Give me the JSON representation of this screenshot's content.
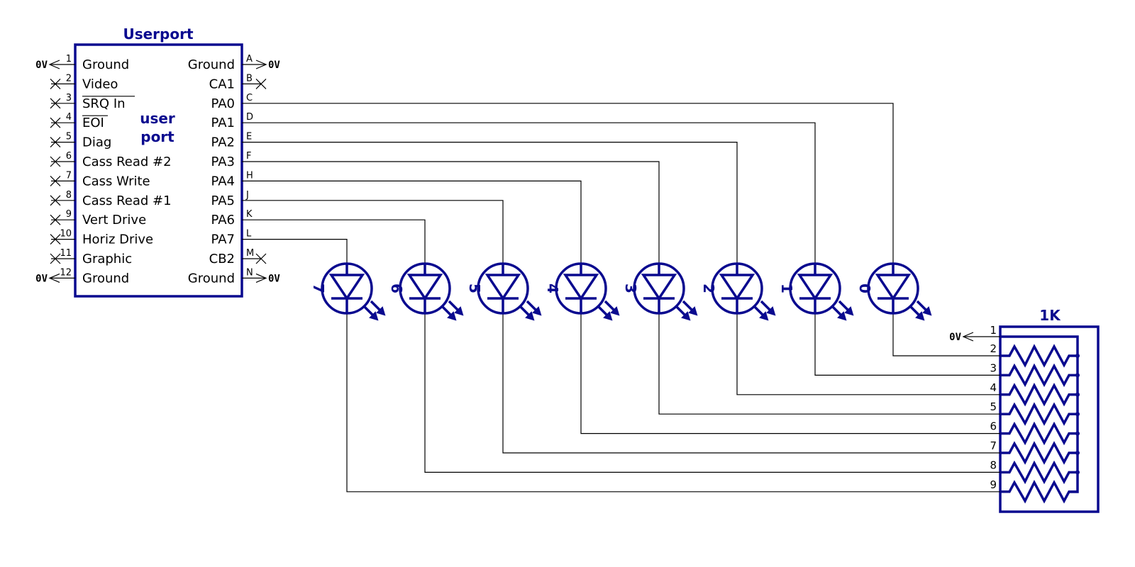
{
  "connector": {
    "title": "Userport",
    "center_label_1": "user",
    "center_label_2": "port",
    "left_pins": [
      {
        "num": "1",
        "label": "Ground",
        "conn": "0V"
      },
      {
        "num": "2",
        "label": "Video",
        "conn": "nc"
      },
      {
        "num": "3",
        "label": "SRQ In",
        "conn": "nc",
        "overbar": true
      },
      {
        "num": "4",
        "label": "EOI",
        "conn": "nc",
        "overbar": true
      },
      {
        "num": "5",
        "label": "Diag",
        "conn": "nc"
      },
      {
        "num": "6",
        "label": "Cass Read #2",
        "conn": "nc"
      },
      {
        "num": "7",
        "label": "Cass Write",
        "conn": "nc"
      },
      {
        "num": "8",
        "label": "Cass Read #1",
        "conn": "nc"
      },
      {
        "num": "9",
        "label": "Vert Drive",
        "conn": "nc"
      },
      {
        "num": "10",
        "label": "Horiz Drive",
        "conn": "nc"
      },
      {
        "num": "11",
        "label": "Graphic",
        "conn": "nc"
      },
      {
        "num": "12",
        "label": "Ground",
        "conn": "0V"
      }
    ],
    "right_pins": [
      {
        "num": "A",
        "label": "Ground",
        "conn": "0V"
      },
      {
        "num": "B",
        "label": "CA1",
        "conn": "nc"
      },
      {
        "num": "C",
        "label": "PA0",
        "conn": "led0"
      },
      {
        "num": "D",
        "label": "PA1",
        "conn": "led1"
      },
      {
        "num": "E",
        "label": "PA2",
        "conn": "led2"
      },
      {
        "num": "F",
        "label": "PA3",
        "conn": "led3"
      },
      {
        "num": "H",
        "label": "PA4",
        "conn": "led4"
      },
      {
        "num": "J",
        "label": "PA5",
        "conn": "led5"
      },
      {
        "num": "K",
        "label": "PA6",
        "conn": "led6"
      },
      {
        "num": "L",
        "label": "PA7",
        "conn": "led7"
      },
      {
        "num": "M",
        "label": "CB2",
        "conn": "nc"
      },
      {
        "num": "N",
        "label": "Ground",
        "conn": "0V"
      }
    ]
  },
  "ground_label": "0V",
  "leds": [
    "7",
    "6",
    "5",
    "4",
    "3",
    "2",
    "1",
    "0"
  ],
  "resistor_network": {
    "value": "1K",
    "common_pin": "1",
    "pins": [
      "2",
      "3",
      "4",
      "5",
      "6",
      "7",
      "8",
      "9"
    ]
  },
  "colors": {
    "component": "#0a0a8f",
    "wire": "#000000"
  }
}
